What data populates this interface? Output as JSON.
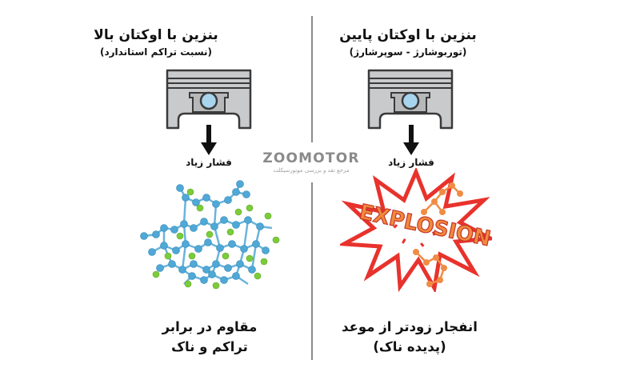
{
  "left_panel": {
    "title": "بنزین با اوکتان بالا",
    "subtitle": "(نسبت تراکم استاندارد)",
    "pressure_label": "فشار زیاد",
    "caption_line1": "مقاوم در برابر",
    "caption_line2": "تراکم و ناک",
    "illustration": "stable-molecule",
    "molecule_colors": {
      "atom_primary": "#4fa8d6",
      "atom_secondary": "#7ccc3a"
    }
  },
  "right_panel": {
    "title": "بنزین با اوکتان پایین",
    "subtitle": "(توربوشارژ - سوپرشارژ)",
    "pressure_label": "فشار زیاد",
    "caption_line1": "انفجار زودتر از موعد",
    "caption_line2": "(پدیده ناک)",
    "illustration": "explosion",
    "explosion_text": "EXPLOSION",
    "explosion_colors": {
      "burst": "#e8322c",
      "text": "#f28a3c",
      "molecule": "#f08c44"
    }
  },
  "icons": {
    "piston": "piston-icon",
    "arrow": "arrow-down-icon"
  },
  "colors": {
    "piston_body": "#c9cacc",
    "piston_outline": "#3a3a3a",
    "piston_pin": "#a9d4ee",
    "divider": "#8c8c8c"
  },
  "watermark": {
    "brand": "ZOOMOTOR",
    "tagline": "مرجع نقد و بررسی موتورسیکلت"
  }
}
